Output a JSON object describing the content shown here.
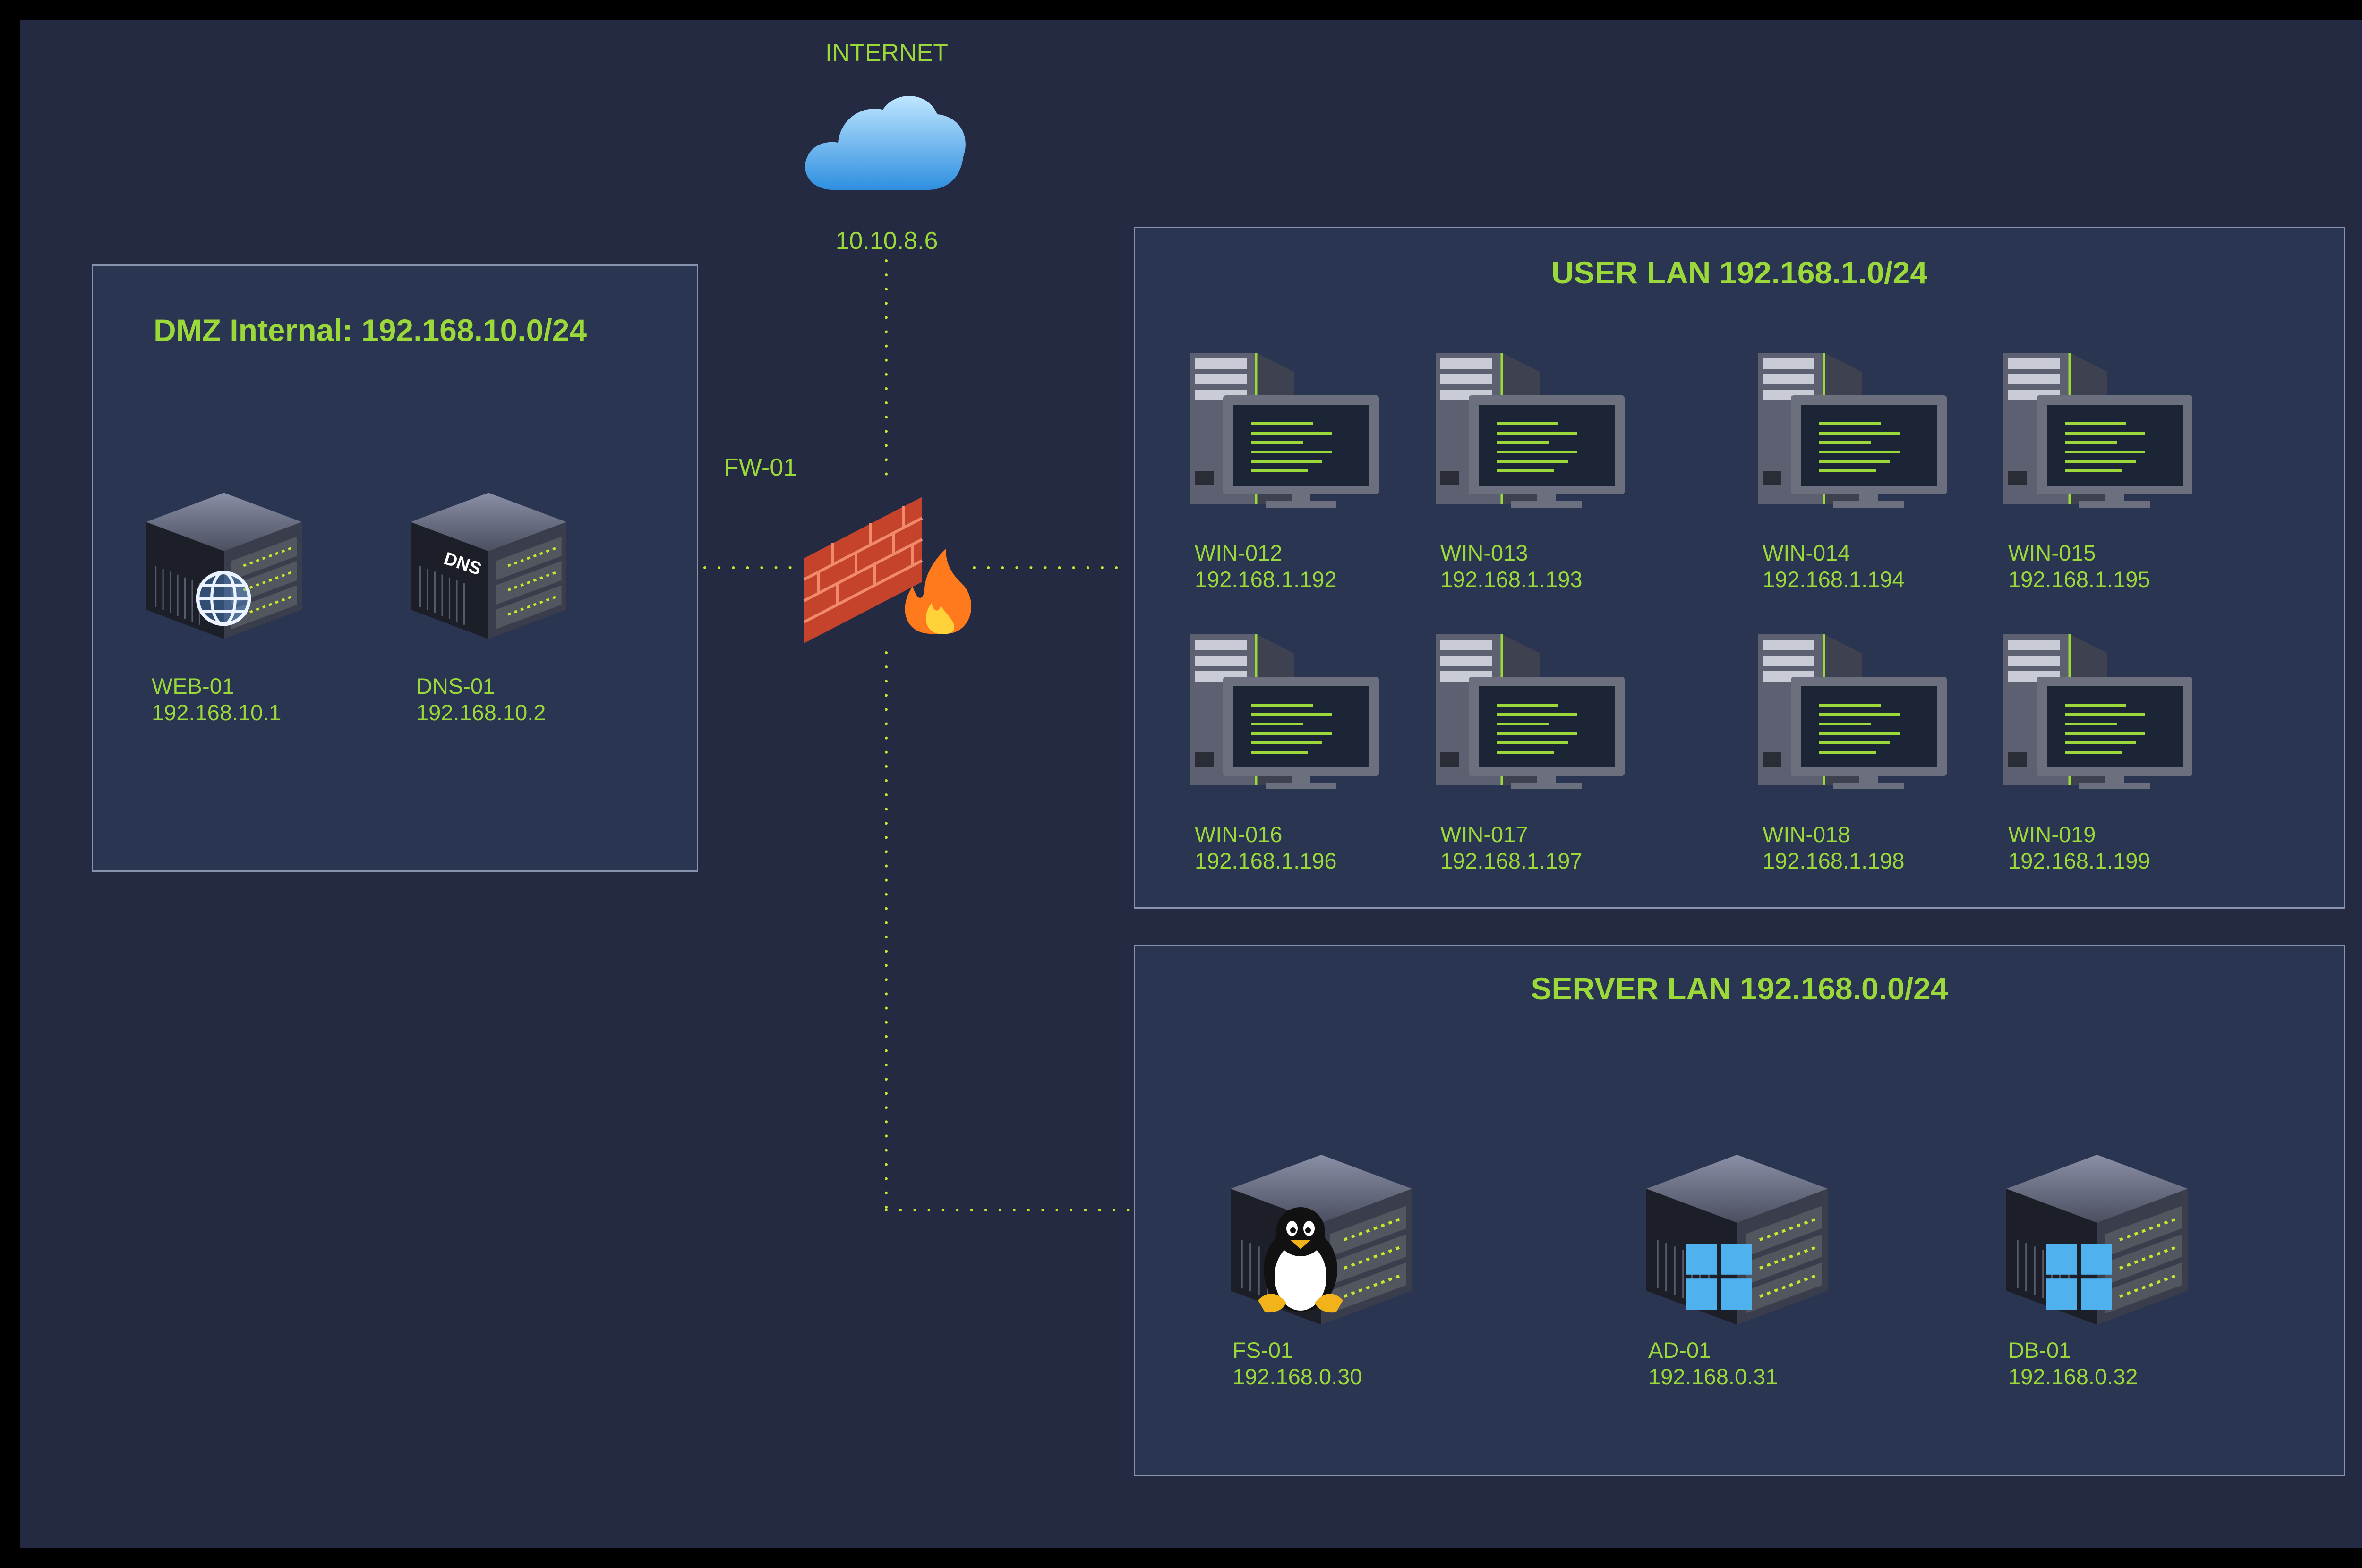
{
  "internet": {
    "label": "INTERNET",
    "ip": "10.10.8.6"
  },
  "firewall": {
    "label": "FW-01"
  },
  "dmz": {
    "title": "DMZ Internal: 192.168.10.0/24",
    "hosts": [
      {
        "name": "WEB-01",
        "ip": "192.168.10.1",
        "icon": "web-server-icon"
      },
      {
        "name": "DNS-01",
        "ip": "192.168.10.2",
        "icon": "dns-server-icon",
        "badge": "DNS"
      }
    ]
  },
  "user_lan": {
    "title": "USER LAN 192.168.1.0/24",
    "hosts": [
      {
        "name": "WIN-012",
        "ip": "192.168.1.192"
      },
      {
        "name": "WIN-013",
        "ip": "192.168.1.193"
      },
      {
        "name": "WIN-014",
        "ip": "192.168.1.194"
      },
      {
        "name": "WIN-015",
        "ip": "192.168.1.195"
      },
      {
        "name": "WIN-016",
        "ip": "192.168.1.196"
      },
      {
        "name": "WIN-017",
        "ip": "192.168.1.197"
      },
      {
        "name": "WIN-018",
        "ip": "192.168.1.198"
      },
      {
        "name": "WIN-019",
        "ip": "192.168.1.199"
      }
    ]
  },
  "server_lan": {
    "title": "SERVER LAN 192.168.0.0/24",
    "hosts": [
      {
        "name": "FS-01",
        "ip": "192.168.0.30",
        "os": "linux"
      },
      {
        "name": "AD-01",
        "ip": "192.168.0.31",
        "os": "windows"
      },
      {
        "name": "DB-01",
        "ip": "192.168.0.32",
        "os": "windows"
      }
    ]
  },
  "colors": {
    "accent": "#9bd83a",
    "background": "#232a42",
    "panel": "#2a3552",
    "border": "#8a93ad"
  }
}
